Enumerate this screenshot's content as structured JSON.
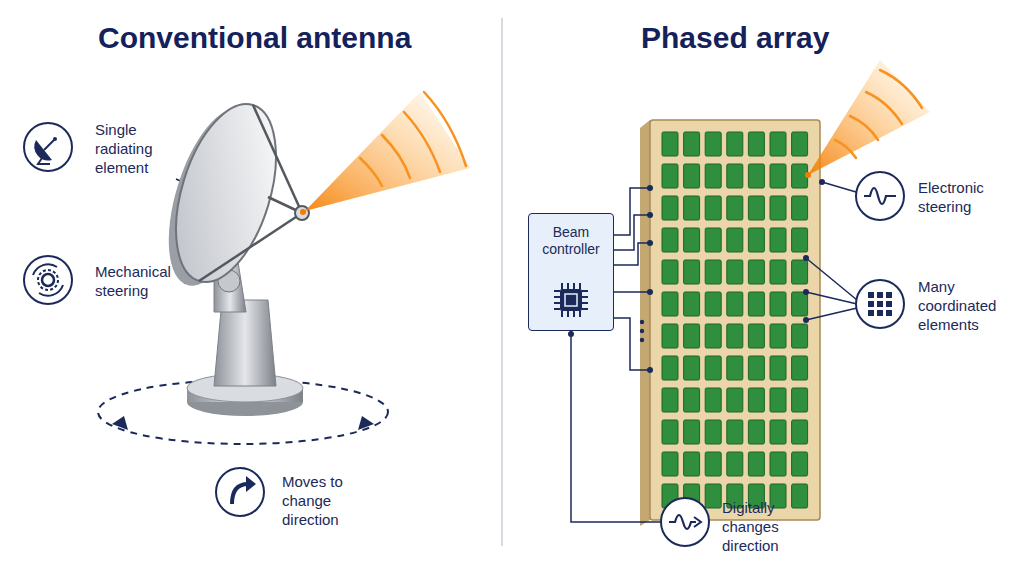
{
  "diagram": {
    "nodes": [
      {
        "text": [
          "Beam controller"
        ]
      }
    ],
    "labels": [
      "Conventional antenna",
      "Phased array",
      "Single radiating element",
      "Mechanical steering",
      "Moves to change direction",
      "Electronic steering",
      "Many coordinated elements",
      "Digitally changes direction"
    ]
  }
}
